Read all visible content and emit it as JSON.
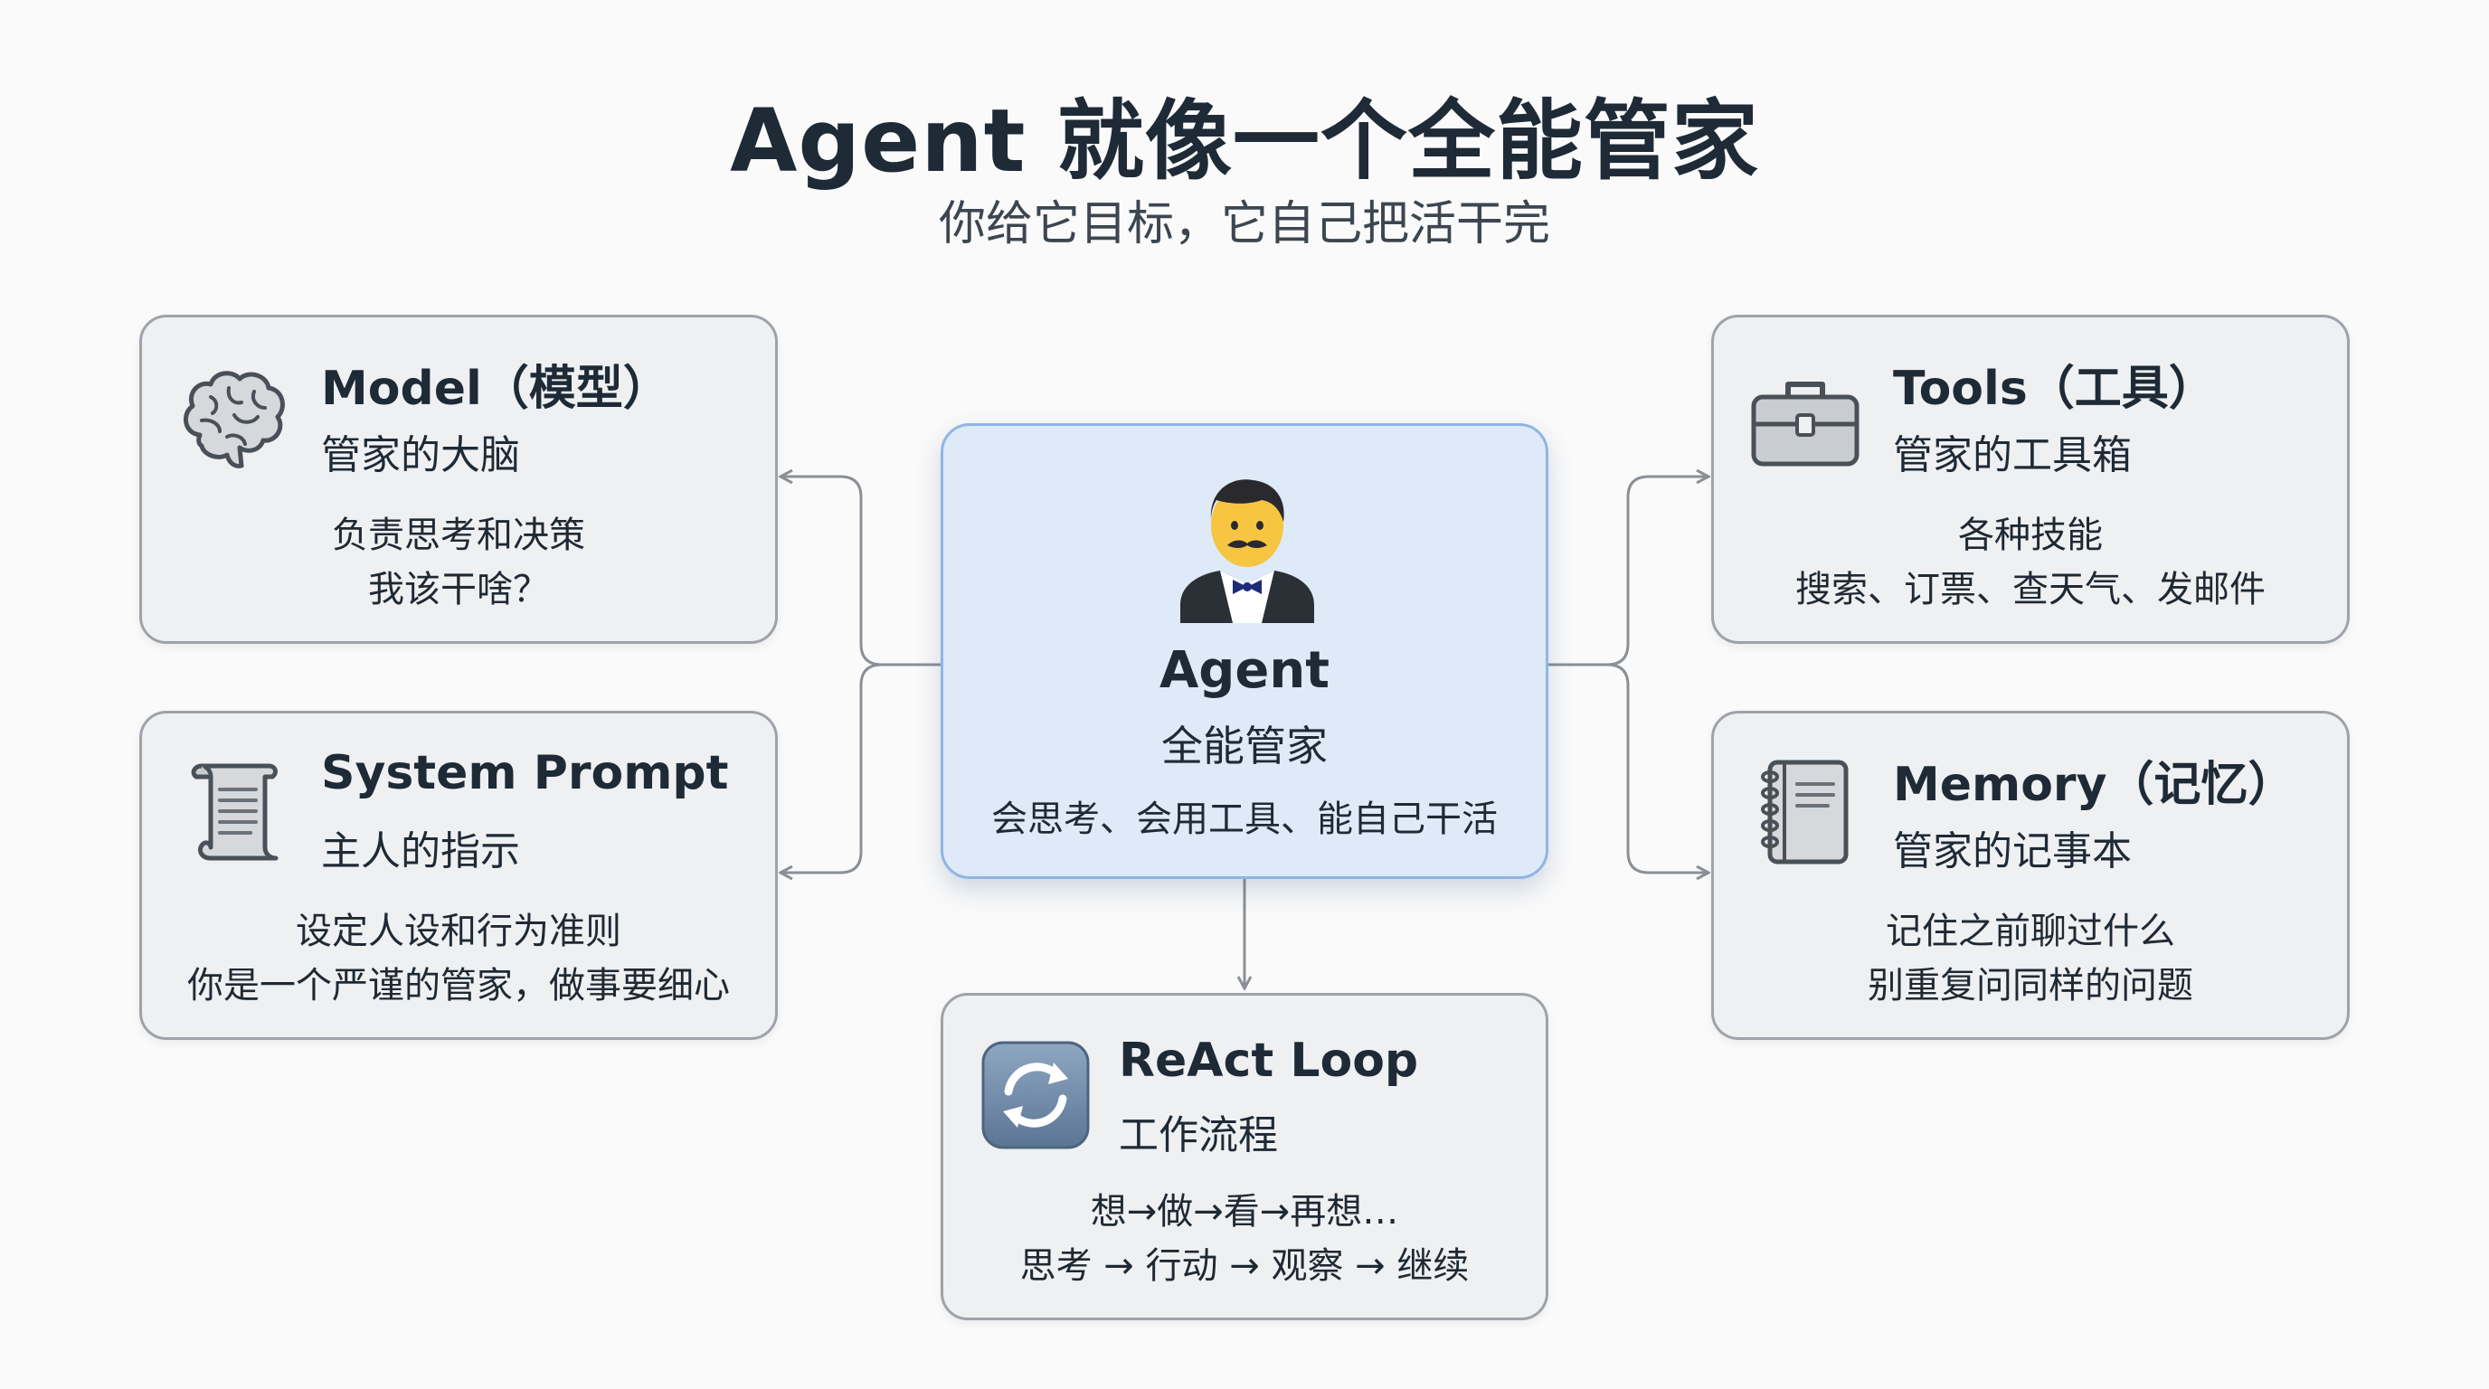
{
  "header": {
    "title": "Agent 就像一个全能管家",
    "subtitle": "你给它目标，它自己把活干完"
  },
  "center": {
    "title": "Agent",
    "subtitle": "全能管家",
    "description": "会思考、会用工具、能自己干活",
    "icon": "butler-icon"
  },
  "cards": {
    "model": {
      "title": "Model（模型）",
      "subtitle": "管家的大脑",
      "lines": [
        "负责思考和决策",
        "我该干啥？"
      ],
      "icon": "brain-icon"
    },
    "system_prompt": {
      "title": "System Prompt",
      "subtitle": "主人的指示",
      "lines": [
        "设定人设和行为准则",
        "你是一个严谨的管家，做事要细心"
      ],
      "icon": "scroll-icon"
    },
    "tools": {
      "title": "Tools（工具）",
      "subtitle": "管家的工具箱",
      "lines": [
        "各种技能",
        "搜索、订票、查天气、发邮件"
      ],
      "icon": "toolbox-icon"
    },
    "memory": {
      "title": "Memory（记忆）",
      "subtitle": "管家的记事本",
      "lines": [
        "记住之前聊过什么",
        "别重复问同样的问题"
      ],
      "icon": "notebook-icon"
    },
    "react_loop": {
      "title": "ReAct Loop",
      "subtitle": "工作流程",
      "lines": [
        "想→做→看→再想…",
        "思考 → 行动 → 观察 → 继续"
      ],
      "icon": "loop-arrows-icon"
    }
  },
  "colors": {
    "background": "#fafafa",
    "card_fill": "#eff0f2",
    "card_border": "#9ea3a9",
    "center_fill": "#deeaf8",
    "center_border": "#8eb6e3",
    "connector": "#8a9096",
    "title_text": "#1e2a36"
  }
}
